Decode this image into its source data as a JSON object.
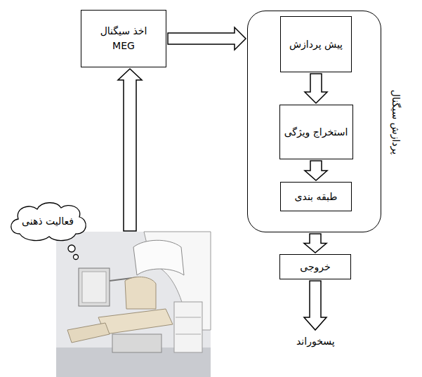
{
  "diagram": {
    "nodes": [
      {
        "text": [
          "اخذ سیگنال MEG"
        ]
      },
      {
        "text": [
          "پردازش سیگنال"
        ]
      },
      {
        "text": [
          "پیش پردازش"
        ],
        "in": 1
      },
      {
        "text": [
          "استخراج ویژگی"
        ],
        "in": 1
      },
      {
        "text": [
          "طبقه بندی"
        ],
        "in": 1
      },
      {
        "text": [
          "خروجی"
        ]
      },
      {
        "text": [
          "فعالیت ذهنی"
        ]
      }
    ],
    "edges": [
      {
        "from": 0,
        "to": 1,
        "arrow": "to"
      },
      {
        "from": 2,
        "to": 3,
        "arrow": "to"
      },
      {
        "from": 3,
        "to": 4,
        "arrow": "to"
      },
      {
        "from": 1,
        "to": 5,
        "arrow": "to"
      }
    ],
    "labels": [
      "پسخوراند"
    ]
  }
}
